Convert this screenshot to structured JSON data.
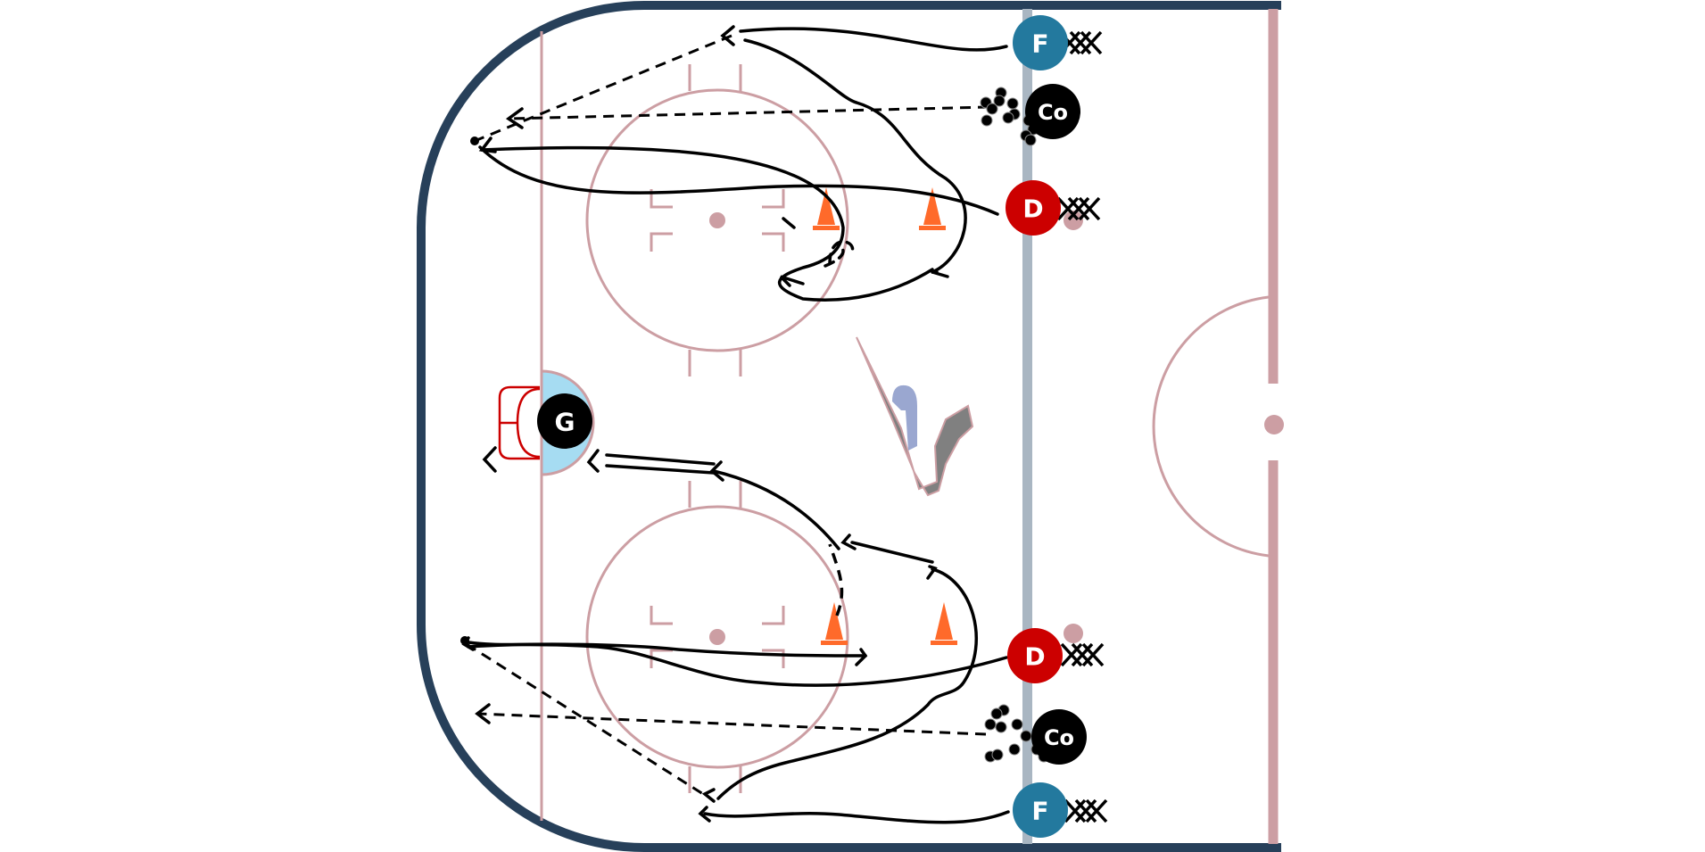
{
  "players": [
    {
      "id": "f-top",
      "label": "F",
      "color": "#23799e"
    },
    {
      "id": "co-top",
      "label": "Co",
      "color": "#000000"
    },
    {
      "id": "d-top",
      "label": "D",
      "color": "#cc0000"
    },
    {
      "id": "g",
      "label": "G",
      "color": "#000000"
    },
    {
      "id": "d-bottom",
      "label": "D",
      "color": "#cc0000"
    },
    {
      "id": "co-bottom",
      "label": "Co",
      "color": "#000000"
    },
    {
      "id": "f-bottom",
      "label": "F",
      "color": "#23799e"
    }
  ],
  "colors": {
    "boards": "#27405a",
    "blue_line": "#a9b6c2",
    "markings": "#cc9ea3",
    "crease": "#a6dcf2",
    "net": "#cc0000",
    "cone": "#ff6a2a"
  }
}
